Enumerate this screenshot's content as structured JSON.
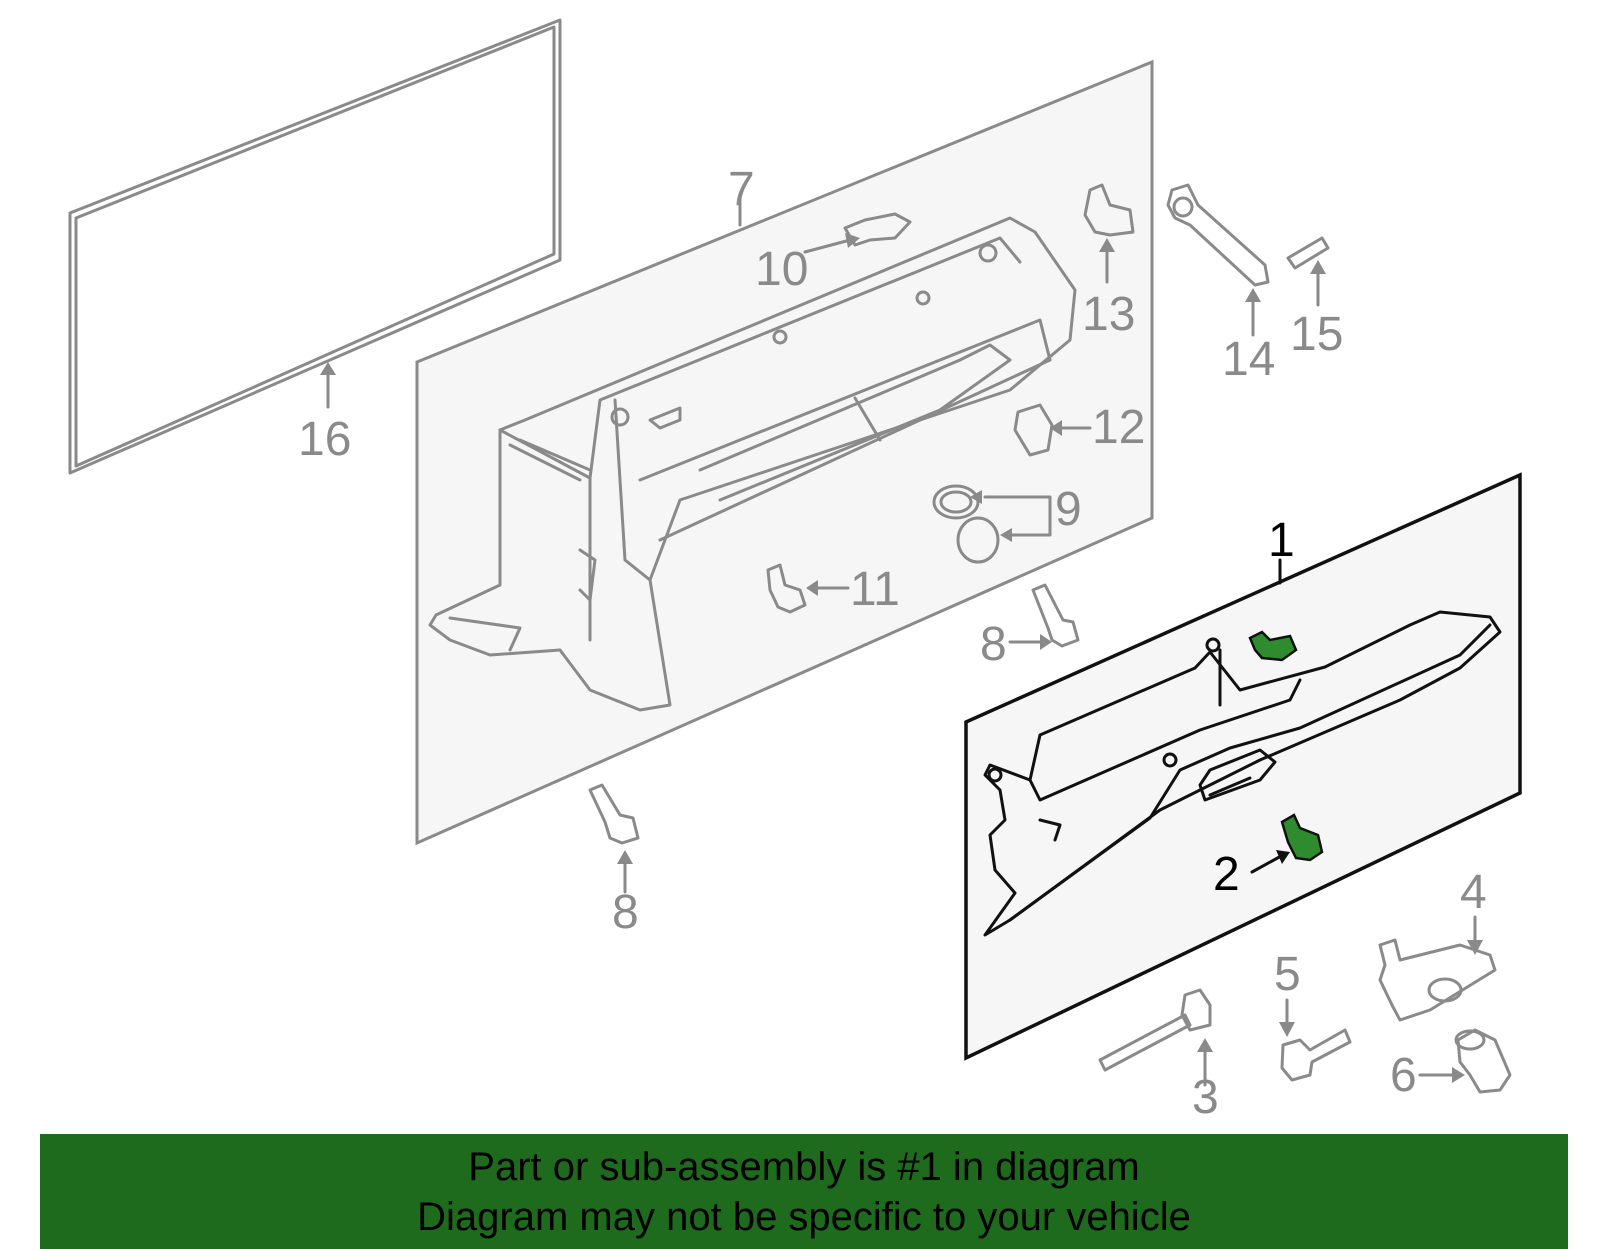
{
  "diagram": {
    "highlight_color": "#1e6b1e",
    "highlight_part_color": "#2e8b2e",
    "callouts": [
      {
        "id": "c1",
        "text": "1",
        "style": "dark"
      },
      {
        "id": "c2",
        "text": "2",
        "style": "dark"
      },
      {
        "id": "c3",
        "text": "3",
        "style": "grey"
      },
      {
        "id": "c4",
        "text": "4",
        "style": "grey"
      },
      {
        "id": "c5",
        "text": "5",
        "style": "grey"
      },
      {
        "id": "c6",
        "text": "6",
        "style": "grey"
      },
      {
        "id": "c7",
        "text": "7",
        "style": "grey"
      },
      {
        "id": "c8a",
        "text": "8",
        "style": "grey"
      },
      {
        "id": "c8b",
        "text": "8",
        "style": "grey"
      },
      {
        "id": "c9",
        "text": "9",
        "style": "grey"
      },
      {
        "id": "c10",
        "text": "10",
        "style": "grey"
      },
      {
        "id": "c11",
        "text": "11",
        "style": "grey"
      },
      {
        "id": "c12",
        "text": "12",
        "style": "grey"
      },
      {
        "id": "c13",
        "text": "13",
        "style": "grey"
      },
      {
        "id": "c14",
        "text": "14",
        "style": "grey"
      },
      {
        "id": "c15",
        "text": "15",
        "style": "grey"
      },
      {
        "id": "c16",
        "text": "16",
        "style": "grey"
      }
    ]
  },
  "banner": {
    "line1": "Part or sub-assembly is #1 in diagram",
    "line2": "Diagram may not be specific to your vehicle"
  }
}
